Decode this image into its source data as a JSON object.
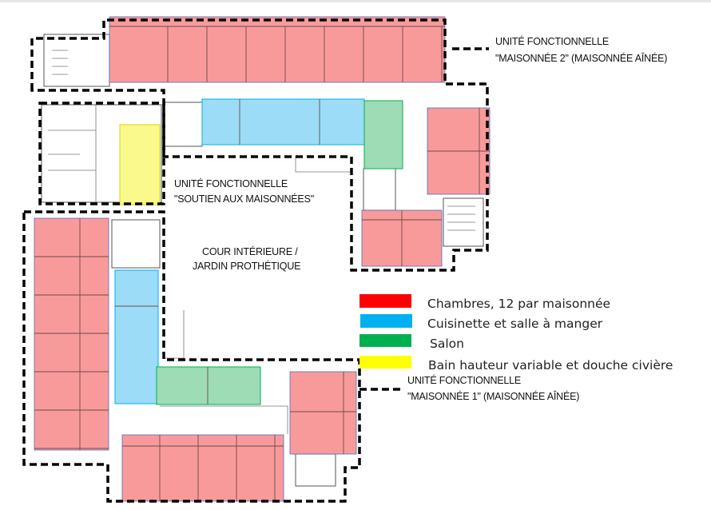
{
  "colors": {
    "chambres": "#ff0000",
    "cuisinette": "#00b0f0",
    "salon": "#00b050",
    "bain": "#ffff00",
    "red_fill": "#f99a9a",
    "blue_fill": "#9cdcf6",
    "green_fill": "#9edcb5",
    "yellow_fill": "#fafa8c"
  },
  "labels": {
    "m2_line1": "UNITÉ FONCTIONNELLE",
    "m2_line2": "\"MAISONNÉE 2\" (MAISONNÉE AÎNÉE)",
    "soutien_line1": "UNITÉ FONCTIONNELLE",
    "soutien_line2": "\"SOUTIEN AUX MAISONNÉES\"",
    "cour_line1": "COUR INTÉRIEURE /",
    "cour_line2": "JARDIN PROTHÉTIQUE",
    "m1_line1": "UNITÉ FONCTIONNELLE",
    "m1_line2": "\"MAISONNÉE 1\" (MAISONNÉE AÎNÉE)"
  },
  "legend": [
    {
      "label": "Chambres, 12 par maisonnée",
      "color": "#ff0000"
    },
    {
      "label": "Cuisinette et salle à manger",
      "color": "#00b0f0"
    },
    {
      "label": "Salon",
      "color": "#00b050"
    },
    {
      "label": "Bain hauteur variable et douche civière",
      "color": "#ffff00"
    }
  ]
}
